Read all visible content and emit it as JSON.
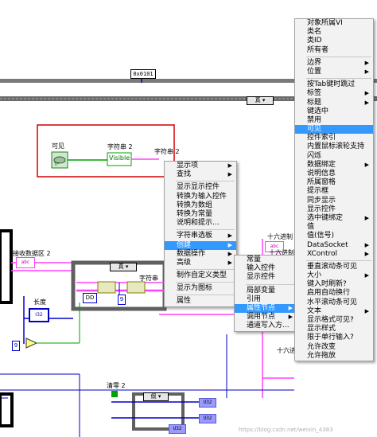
{
  "diagram": {
    "constant_hex": "0x0101",
    "case_top_selector": "真",
    "case_mid_selector": "真",
    "case_bottom_selector": "假",
    "visible_label": "可见",
    "visible_bool": "TF",
    "string2_label": "字符串 2",
    "string2_node_text": "Visible",
    "string2b_label": "字符串 2",
    "recv_label": "接收数据区 2",
    "string_label": "字符串",
    "length_label": "长度",
    "length_terminal": "I32",
    "dd_label": "DD",
    "num_9a": "9",
    "num_9b": "9",
    "clear_label": "清零 2",
    "hex_label_1": "十六进制",
    "hex_label_2": "十六进制",
    "hex_label_3": "十六进",
    "abc": "abc",
    "u32": "U32",
    "watermark": "https://blog.csdn.net/weixin_4383"
  },
  "context_menu": {
    "items": [
      {
        "label": "显示项",
        "arrow": true
      },
      {
        "label": "查找",
        "arrow": true
      },
      {
        "sep": true
      },
      {
        "label": "显示显示控件"
      },
      {
        "label": "转换为输入控件"
      },
      {
        "label": "转换为数组"
      },
      {
        "label": "转换为常量"
      },
      {
        "label": "说明和提示..."
      },
      {
        "sep": true
      },
      {
        "label": "字符串选板",
        "arrow": true
      },
      {
        "label": "创建",
        "arrow": true,
        "selected": true
      },
      {
        "label": "数据操作",
        "arrow": true
      },
      {
        "label": "高级",
        "arrow": true
      },
      {
        "sep": true
      },
      {
        "label": "制作自定义类型"
      },
      {
        "sep": true
      },
      {
        "label": "显示为图标"
      },
      {
        "sep": true
      },
      {
        "label": "属性"
      }
    ]
  },
  "create_submenu": {
    "items": [
      {
        "label": "常量"
      },
      {
        "label": "输入控件"
      },
      {
        "label": "显示控件"
      },
      {
        "sep": true
      },
      {
        "label": "局部变量"
      },
      {
        "label": "引用"
      },
      {
        "label": "属性节点",
        "arrow": true,
        "selected": true
      },
      {
        "label": "调用节点",
        "arrow": true
      },
      {
        "label": "通道写入方..."
      }
    ]
  },
  "property_menu": {
    "items": [
      {
        "label": "对象所属VI"
      },
      {
        "label": "类名"
      },
      {
        "label": "类ID"
      },
      {
        "label": "所有者"
      },
      {
        "sep": true
      },
      {
        "label": "边界",
        "arrow": true
      },
      {
        "label": "位置",
        "arrow": true
      },
      {
        "sep": true
      },
      {
        "label": "按Tab键时跳过"
      },
      {
        "label": "标签",
        "arrow": true
      },
      {
        "label": "标题",
        "arrow": true
      },
      {
        "label": "键选中"
      },
      {
        "label": "禁用"
      },
      {
        "label": "可见",
        "selected": true
      },
      {
        "label": "控件索引"
      },
      {
        "label": "内置鼠标滚轮支持"
      },
      {
        "label": "闪烁"
      },
      {
        "label": "数据绑定",
        "arrow": true
      },
      {
        "label": "说明信息"
      },
      {
        "label": "所属窗格"
      },
      {
        "label": "提示框"
      },
      {
        "label": "同步显示"
      },
      {
        "label": "显示控件"
      },
      {
        "label": "选中键绑定",
        "arrow": true
      },
      {
        "label": "值"
      },
      {
        "label": "值(信号)"
      },
      {
        "label": "DataSocket",
        "arrow": true
      },
      {
        "label": "XControl",
        "arrow": true
      },
      {
        "sep": true
      },
      {
        "label": "垂直滚动条可见"
      },
      {
        "label": "大小",
        "arrow": true
      },
      {
        "label": "键入时刷新?"
      },
      {
        "label": "启用自动换行"
      },
      {
        "label": "水平滚动条可见"
      },
      {
        "label": "文本",
        "arrow": true
      },
      {
        "label": "显示格式可见?"
      },
      {
        "label": "显示样式"
      },
      {
        "label": "限于单行输入?"
      },
      {
        "label": "允许改变"
      },
      {
        "label": "允许拖放"
      }
    ]
  },
  "colors": {
    "string_wire": "#ff40ff",
    "numeric_wire": "#0000c8",
    "boolean_wire": "#00a000",
    "highlight_box": "#d00000",
    "menu_selection": "#3399ff"
  }
}
